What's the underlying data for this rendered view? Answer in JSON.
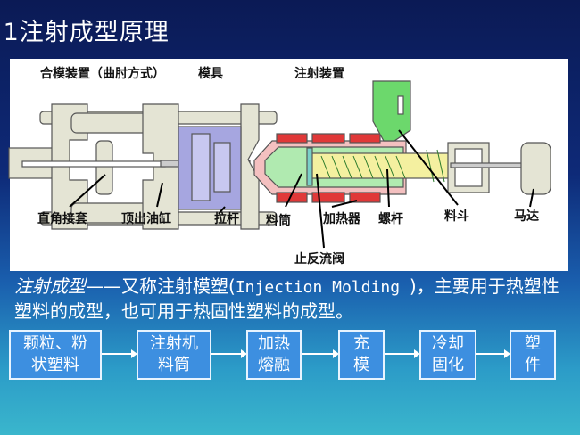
{
  "title": ".1注射成型原理",
  "diagram": {
    "headers": {
      "clamping": "合模装置（曲肘方式）",
      "mold": "模具",
      "injection": "注射装置"
    },
    "labels": {
      "joint": "直角接套",
      "ejector": "顶出油缸",
      "tie_bar": "拉杆",
      "barrel": "料筒",
      "heater": "加热器",
      "screw": "螺杆",
      "hopper": "料斗",
      "motor": "马达",
      "check_valve": "止反流阀"
    }
  },
  "description": {
    "term": "注射成型",
    "dash": "——",
    "text1": "又称注射模塑(",
    "english": "Injection Molding ",
    "text2": ")，主要用于热塑性塑料的成型，也可用于热固性塑料的成型。"
  },
  "flow": [
    {
      "line1": "颗粒、粉",
      "line2": "状塑料"
    },
    {
      "line1": "注射机",
      "line2": "料筒"
    },
    {
      "line1": "加热",
      "line2": "熔融"
    },
    {
      "line1": "充",
      "line2": "模"
    },
    {
      "line1": "冷却",
      "line2": "固化"
    },
    {
      "line1": "塑",
      "line2": "件"
    }
  ]
}
